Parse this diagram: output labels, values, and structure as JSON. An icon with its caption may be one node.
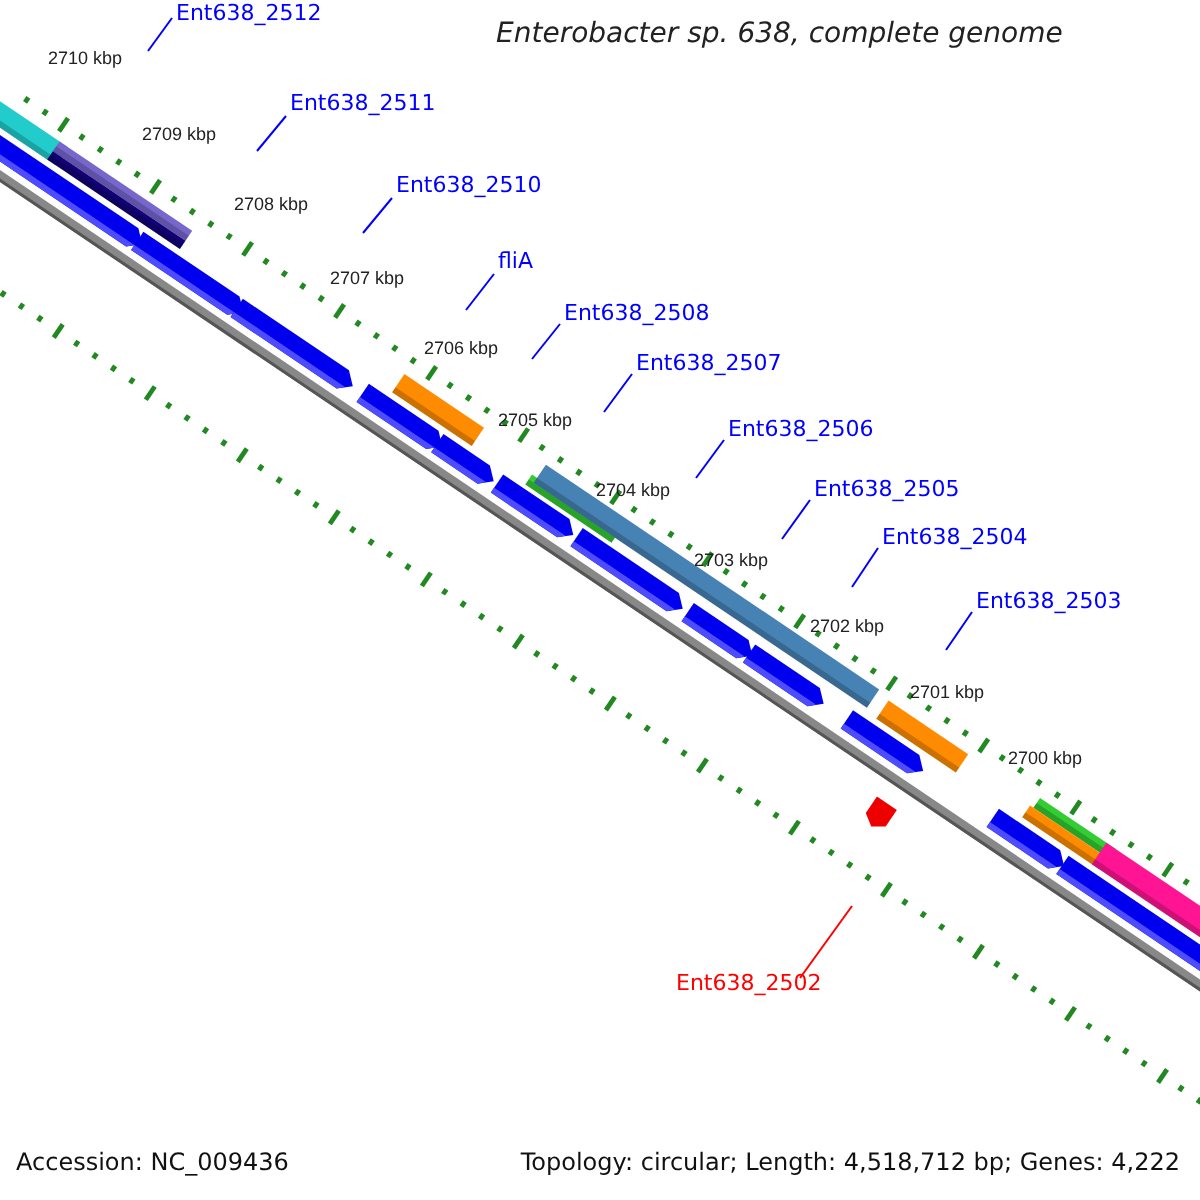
{
  "diagram": {
    "title": "Enterobacter sp. 638, complete genome",
    "nodes": [
      {
        "text": [
          "Ent638_2512"
        ]
      },
      {
        "text": [
          "Ent638_2511"
        ]
      },
      {
        "text": [
          "Ent638_2510"
        ]
      },
      {
        "text": [
          "fliA"
        ]
      },
      {
        "text": [
          "Ent638_2508"
        ]
      },
      {
        "text": [
          "Ent638_2507"
        ]
      },
      {
        "text": [
          "Ent638_2506"
        ]
      },
      {
        "text": [
          "Ent638_2505"
        ]
      },
      {
        "text": [
          "Ent638_2504"
        ]
      },
      {
        "text": [
          "Ent638_2503"
        ]
      },
      {
        "text": [
          "Ent638_2502"
        ]
      }
    ],
    "edges": [
      {
        "from": 0,
        "to": null,
        "arrow": "none"
      },
      {
        "from": 1,
        "to": null,
        "arrow": "none"
      },
      {
        "from": 2,
        "to": null,
        "arrow": "none"
      },
      {
        "from": 3,
        "to": null,
        "arrow": "none"
      },
      {
        "from": 4,
        "to": null,
        "arrow": "none"
      },
      {
        "from": 5,
        "to": null,
        "arrow": "none"
      },
      {
        "from": 6,
        "to": null,
        "arrow": "none"
      },
      {
        "from": 7,
        "to": null,
        "arrow": "none"
      },
      {
        "from": 8,
        "to": null,
        "arrow": "none"
      },
      {
        "from": 9,
        "to": null,
        "arrow": "none"
      },
      {
        "from": 10,
        "to": null,
        "arrow": "none",
        "color": "#ff0000"
      }
    ],
    "labels": [
      "2710 kbp",
      "2709 kbp",
      "2708 kbp",
      "2707 kbp",
      "2706 kbp",
      "2705 kbp",
      "2704 kbp",
      "2703 kbp",
      "2702 kbp",
      "2701 kbp",
      "2700 kbp",
      "Accession: NC_009436",
      "Topology: circular; Length: 4,518,712 bp; Genes: 4,222"
    ]
  }
}
